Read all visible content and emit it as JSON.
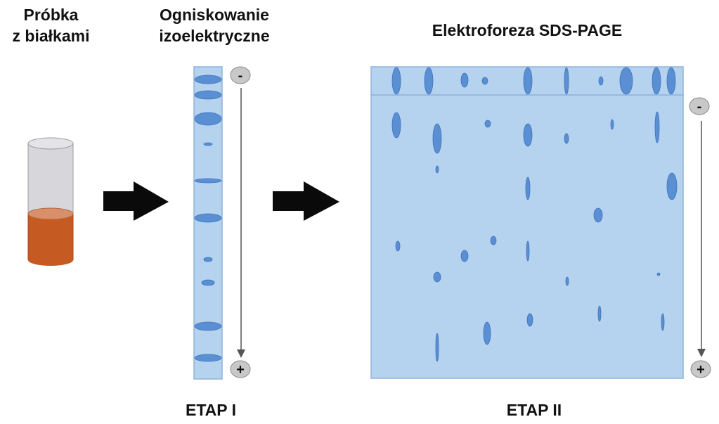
{
  "titles": {
    "sample_line1": "Próbka",
    "sample_line2": "z białkami",
    "ief_line1": "Ogniskowanie",
    "ief_line2": "izoelektryczne",
    "sds": "Elektroforeza SDS-PAGE",
    "stage1": "ETAP I",
    "stage2": "ETAP II"
  },
  "electrodes": {
    "minus": "-",
    "plus": "+"
  },
  "colors": {
    "strip_fill": "#b5d2ef",
    "strip_border": "#8fb3da",
    "band": "#5a8fd4",
    "band_stroke": "#3f74bb",
    "tube_liquid": "#c55a22",
    "tube_liquid_top": "#d9906a",
    "tube_glass": "#d7d7db",
    "arrow": "#0a0a0a",
    "electrode_fill": "#c8c8c8"
  },
  "icons": {
    "arrow1": "right-arrow-icon",
    "arrow2": "right-arrow-icon"
  }
}
